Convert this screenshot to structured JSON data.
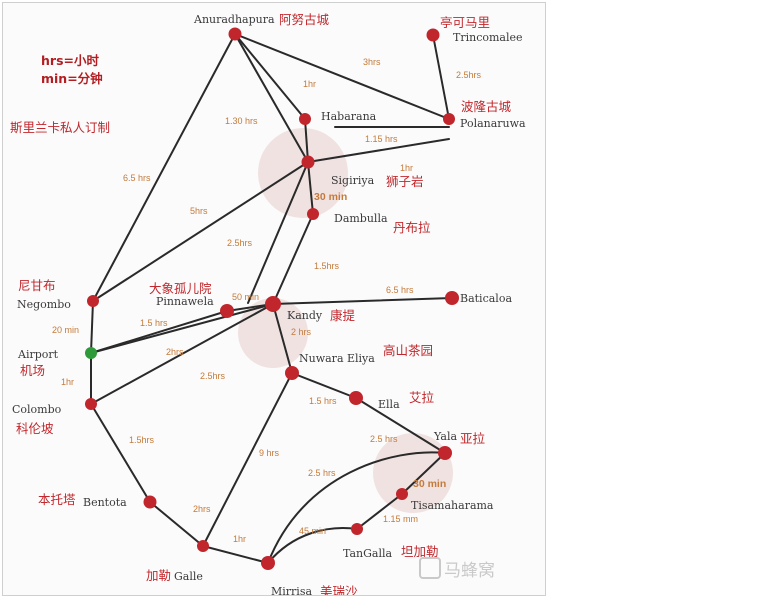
{
  "legend": [
    "hrs=小时",
    "min=分钟"
  ],
  "note": "斯里兰卡私人订制",
  "watermark": "马蜂窝",
  "places": [
    {
      "id": "anuradhapura",
      "en": "Anuradhapura",
      "cn": "阿努古城"
    },
    {
      "id": "trincomalee",
      "en": "Trincomalee",
      "cn": "亭可马里"
    },
    {
      "id": "habarana",
      "en": "Habarana",
      "cn": ""
    },
    {
      "id": "polonnaruwa",
      "en": "Polanaruwa",
      "cn": "波隆古城"
    },
    {
      "id": "sigiriya",
      "en": "Sigiriya",
      "cn": "狮子岩"
    },
    {
      "id": "dambulla",
      "en": "Dambulla",
      "cn": "丹布拉"
    },
    {
      "id": "negombo",
      "en": "Negombo",
      "cn": "尼甘布"
    },
    {
      "id": "airport",
      "en": "Airport",
      "cn": "机场"
    },
    {
      "id": "colombo",
      "en": "Colombo",
      "cn": "科伦坡"
    },
    {
      "id": "pinnawela",
      "en": "Pinnawela",
      "cn": "大象孤儿院"
    },
    {
      "id": "kandy",
      "en": "Kandy",
      "cn": "康提"
    },
    {
      "id": "baticaloa",
      "en": "Baticaloa",
      "cn": ""
    },
    {
      "id": "nuwara",
      "en": "Nuwara Eliya",
      "cn": "高山茶园"
    },
    {
      "id": "ella",
      "en": "Ella",
      "cn": "艾拉"
    },
    {
      "id": "yala",
      "en": "Yala",
      "cn": "亚拉"
    },
    {
      "id": "tisa",
      "en": "Tisamaharama",
      "cn": ""
    },
    {
      "id": "bentota",
      "en": "Bentota",
      "cn": "本托塔"
    },
    {
      "id": "galle",
      "en": "Galle",
      "cn": "加勒"
    },
    {
      "id": "mirrisa",
      "en": "Mirrisa",
      "cn": "美瑞沙"
    },
    {
      "id": "tangalla",
      "en": "TanGalla",
      "cn": "坦加勒"
    }
  ],
  "routes": [
    {
      "id": "anuradhapura-negombo",
      "time": "6.5 hrs"
    },
    {
      "id": "anuradhapura-sigiriya",
      "time": "1.30 hrs"
    },
    {
      "id": "anuradhapura-habarana",
      "time": "1hr"
    },
    {
      "id": "anuradhapura-polonnaruwa",
      "time": "3hrs"
    },
    {
      "id": "trincomalee-polonnaruwa",
      "time": "2.5hrs"
    },
    {
      "id": "habarana-polonnaruwa",
      "time": "1.15 hrs"
    },
    {
      "id": "sigiriya-polonnaruwa",
      "time": "1hr"
    },
    {
      "id": "habarana-sigiriya",
      "time": ""
    },
    {
      "id": "sigiriya-dambulla",
      "time": "30 min"
    },
    {
      "id": "negombo-sigiriya",
      "time": "5hrs"
    },
    {
      "id": "pinnawela-sigiriya",
      "time": "2.5hrs"
    },
    {
      "id": "dambulla-kandy",
      "time": "1.5hrs"
    },
    {
      "id": "kandy-baticaloa",
      "time": "6.5 hrs"
    },
    {
      "id": "pinnawela-kandy",
      "time": "50 min"
    },
    {
      "id": "airport-pinnawela",
      "time": "1.5 hrs"
    },
    {
      "id": "airport-kandy",
      "time": "2hrs"
    },
    {
      "id": "colombo-kandy",
      "time": "2.5hrs"
    },
    {
      "id": "negombo-airport",
      "time": "20 min"
    },
    {
      "id": "airport-colombo",
      "time": "1hr"
    },
    {
      "id": "kandy-nuwara",
      "time": "2 hrs"
    },
    {
      "id": "nuwara-ella",
      "time": "1.5 hrs"
    },
    {
      "id": "ella-yala",
      "time": "2.5 hrs"
    },
    {
      "id": "nuwara-galle",
      "time": "9 hrs"
    },
    {
      "id": "colombo-bentota",
      "time": "1.5hrs"
    },
    {
      "id": "bentota-galle",
      "time": "2hrs"
    },
    {
      "id": "galle-mirrisa",
      "time": "1hr"
    },
    {
      "id": "mirrisa-yala",
      "time": "2.5 hrs"
    },
    {
      "id": "mirrisa-tangalla",
      "time": "45 min"
    },
    {
      "id": "tangalla-tisa",
      "time": "1.15 mm"
    },
    {
      "id": "yala-tisa",
      "time": "30 min"
    }
  ]
}
